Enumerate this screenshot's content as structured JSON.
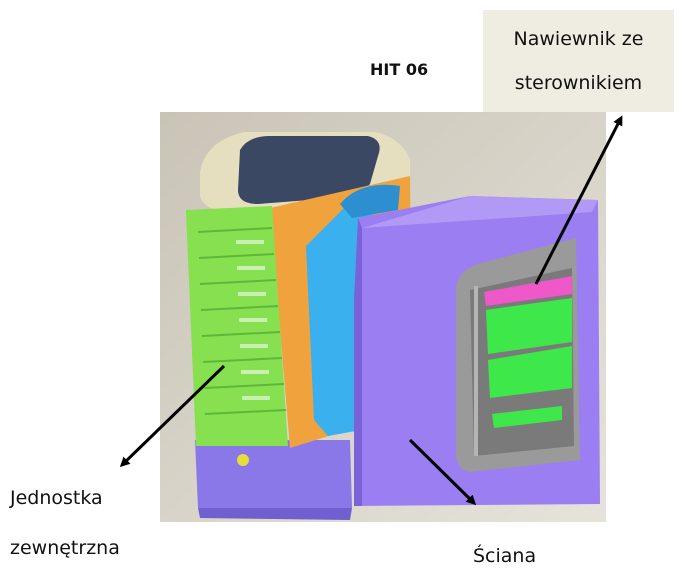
{
  "title": "HIT 06",
  "labels": {
    "device_line1": "Nawiewnik ze",
    "device_line2": "sterownikiem",
    "outdoor_line1": "Jednostka",
    "outdoor_line2": "zewnętrzna",
    "wall": "Ściana"
  }
}
